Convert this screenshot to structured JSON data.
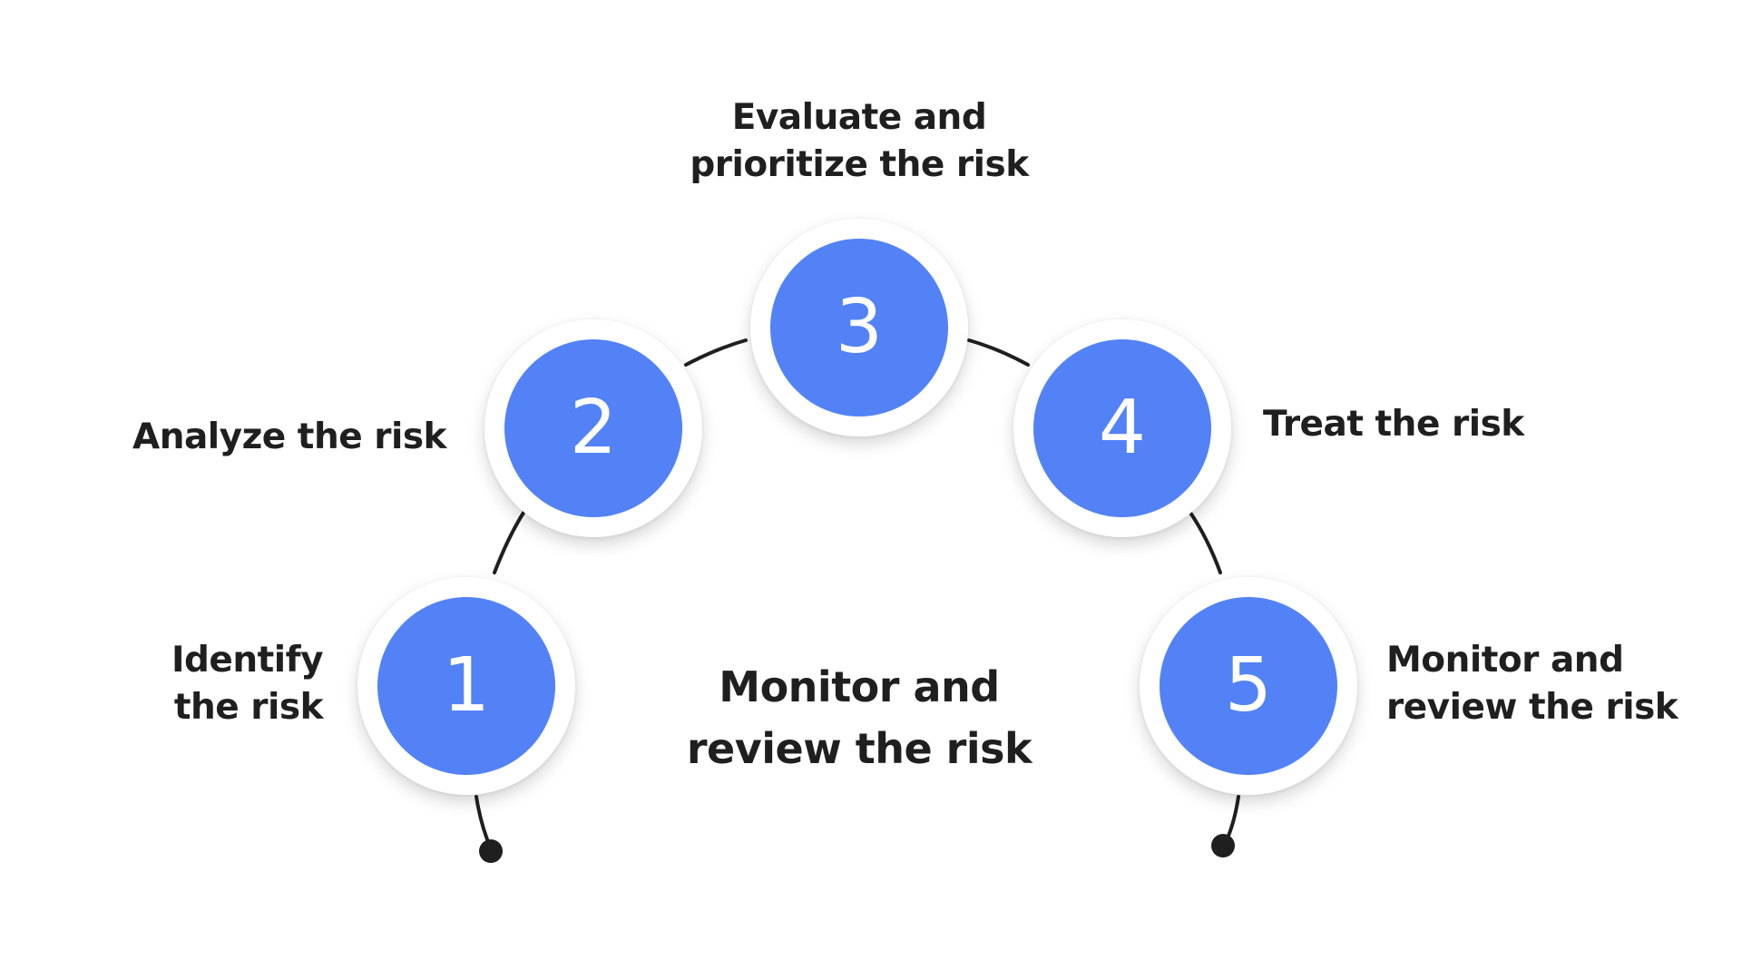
{
  "steps": [
    {
      "number": "1",
      "label_lines": [
        "Identify",
        "the risk"
      ]
    },
    {
      "number": "2",
      "label_lines": [
        "Analyze the risk"
      ]
    },
    {
      "number": "3",
      "label_lines": [
        "Evaluate and",
        "prioritize the risk"
      ]
    },
    {
      "number": "4",
      "label_lines": [
        "Treat the risk"
      ]
    },
    {
      "number": "5",
      "label_lines": [
        "Monitor and",
        "review the risk"
      ]
    }
  ],
  "center_label_lines": [
    "Monitor and",
    "review the risk"
  ],
  "colors": {
    "circle_fill": "#5282f6",
    "number_text": "#ffffff",
    "arc_line": "#1f1f1f",
    "label_text": "#1f1f1f"
  }
}
